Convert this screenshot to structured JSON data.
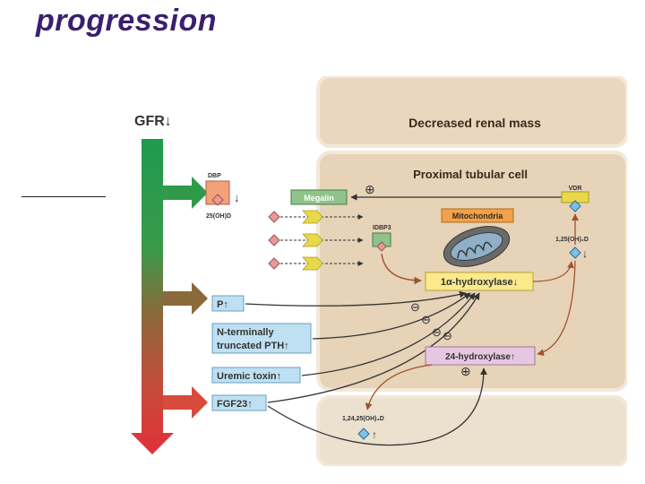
{
  "slide": {
    "title": "progression"
  },
  "diagram": {
    "gfr_label": "GFR↓",
    "renal_mass_label": "Decreased renal mass",
    "proximal_cell_label": "Proximal tubular cell",
    "megalin_label": "Megalin",
    "vdr_label": "VDR",
    "mitochondria_label": "Mitochondria",
    "dbp_label": "DBP",
    "dbp_arrow": "↓",
    "oh_d_label": "25(OH)D",
    "idbp3_label": "IDBP3",
    "calcitriol_label": "1,25(OH)₂D",
    "calcitriol_arrow": "↓",
    "hydroxylase1_label": "1α-hydroxylase↓",
    "hydroxylase24_label": "24-hydroxylase↑",
    "p_label": "P↑",
    "pth_label_line1": "N-terminally",
    "pth_label_line2": "truncated PTH↑",
    "uremic_label": "Uremic toxin↑",
    "fgf23_label": "FGF23↑",
    "metabolite_label": "1,24,25(OH)₃D",
    "metabolite_arrow": "↑",
    "plus_sign": "⊕",
    "minus_sign": "⊖",
    "colors": {
      "bar_top": "#1f9a4f",
      "bar_mid": "#8a6a3a",
      "bar_bottom": "#e0303a",
      "cell_fill": "#e9d7bf",
      "cell_border": "#f1e4d1",
      "megalin_fill": "#8fc38b",
      "mito_fill": "#f2a14a",
      "hydroxylase1_fill": "#fbe98c",
      "hydroxylase24_fill": "#e6c6e0",
      "label_box_fill": "#bfe0f2",
      "diamond_pink": "#e89a9a",
      "diamond_blue": "#7ec1e8"
    }
  }
}
